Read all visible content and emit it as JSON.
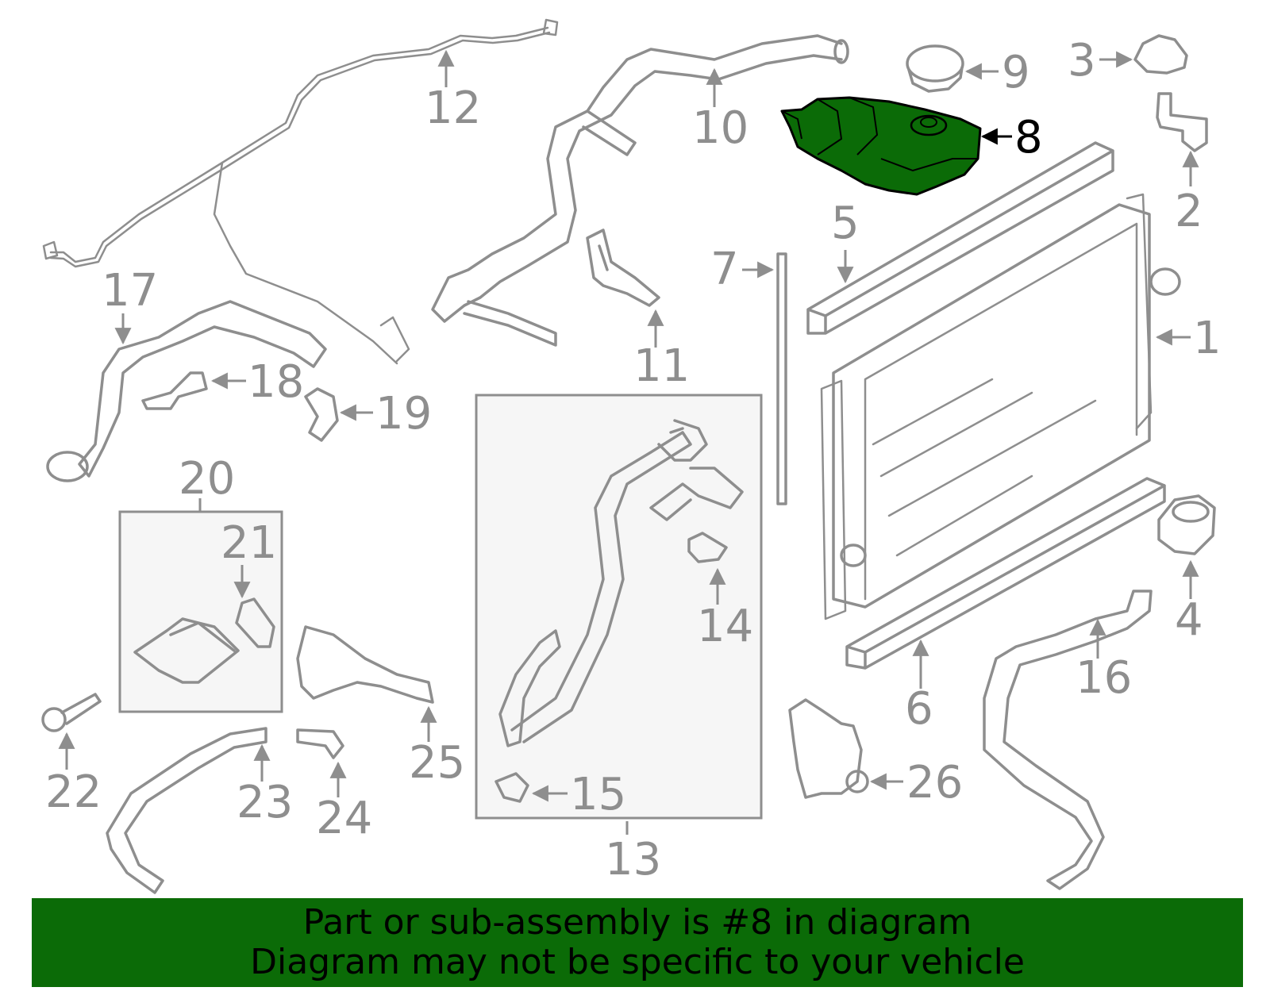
{
  "diagram": {
    "highlighted_part": "8",
    "highlight_color": "#0b6b07",
    "outline_color": "#8e8e8e",
    "callouts": [
      "1",
      "2",
      "3",
      "4",
      "5",
      "6",
      "7",
      "8",
      "9",
      "10",
      "11",
      "12",
      "13",
      "14",
      "15",
      "16",
      "17",
      "18",
      "19",
      "20",
      "21",
      "22",
      "23",
      "24",
      "25",
      "26"
    ]
  },
  "banner": {
    "line1": "Part or sub-assembly is #8 in diagram",
    "line2": "Diagram may not be specific to your vehicle",
    "background": "#0b6b07"
  }
}
